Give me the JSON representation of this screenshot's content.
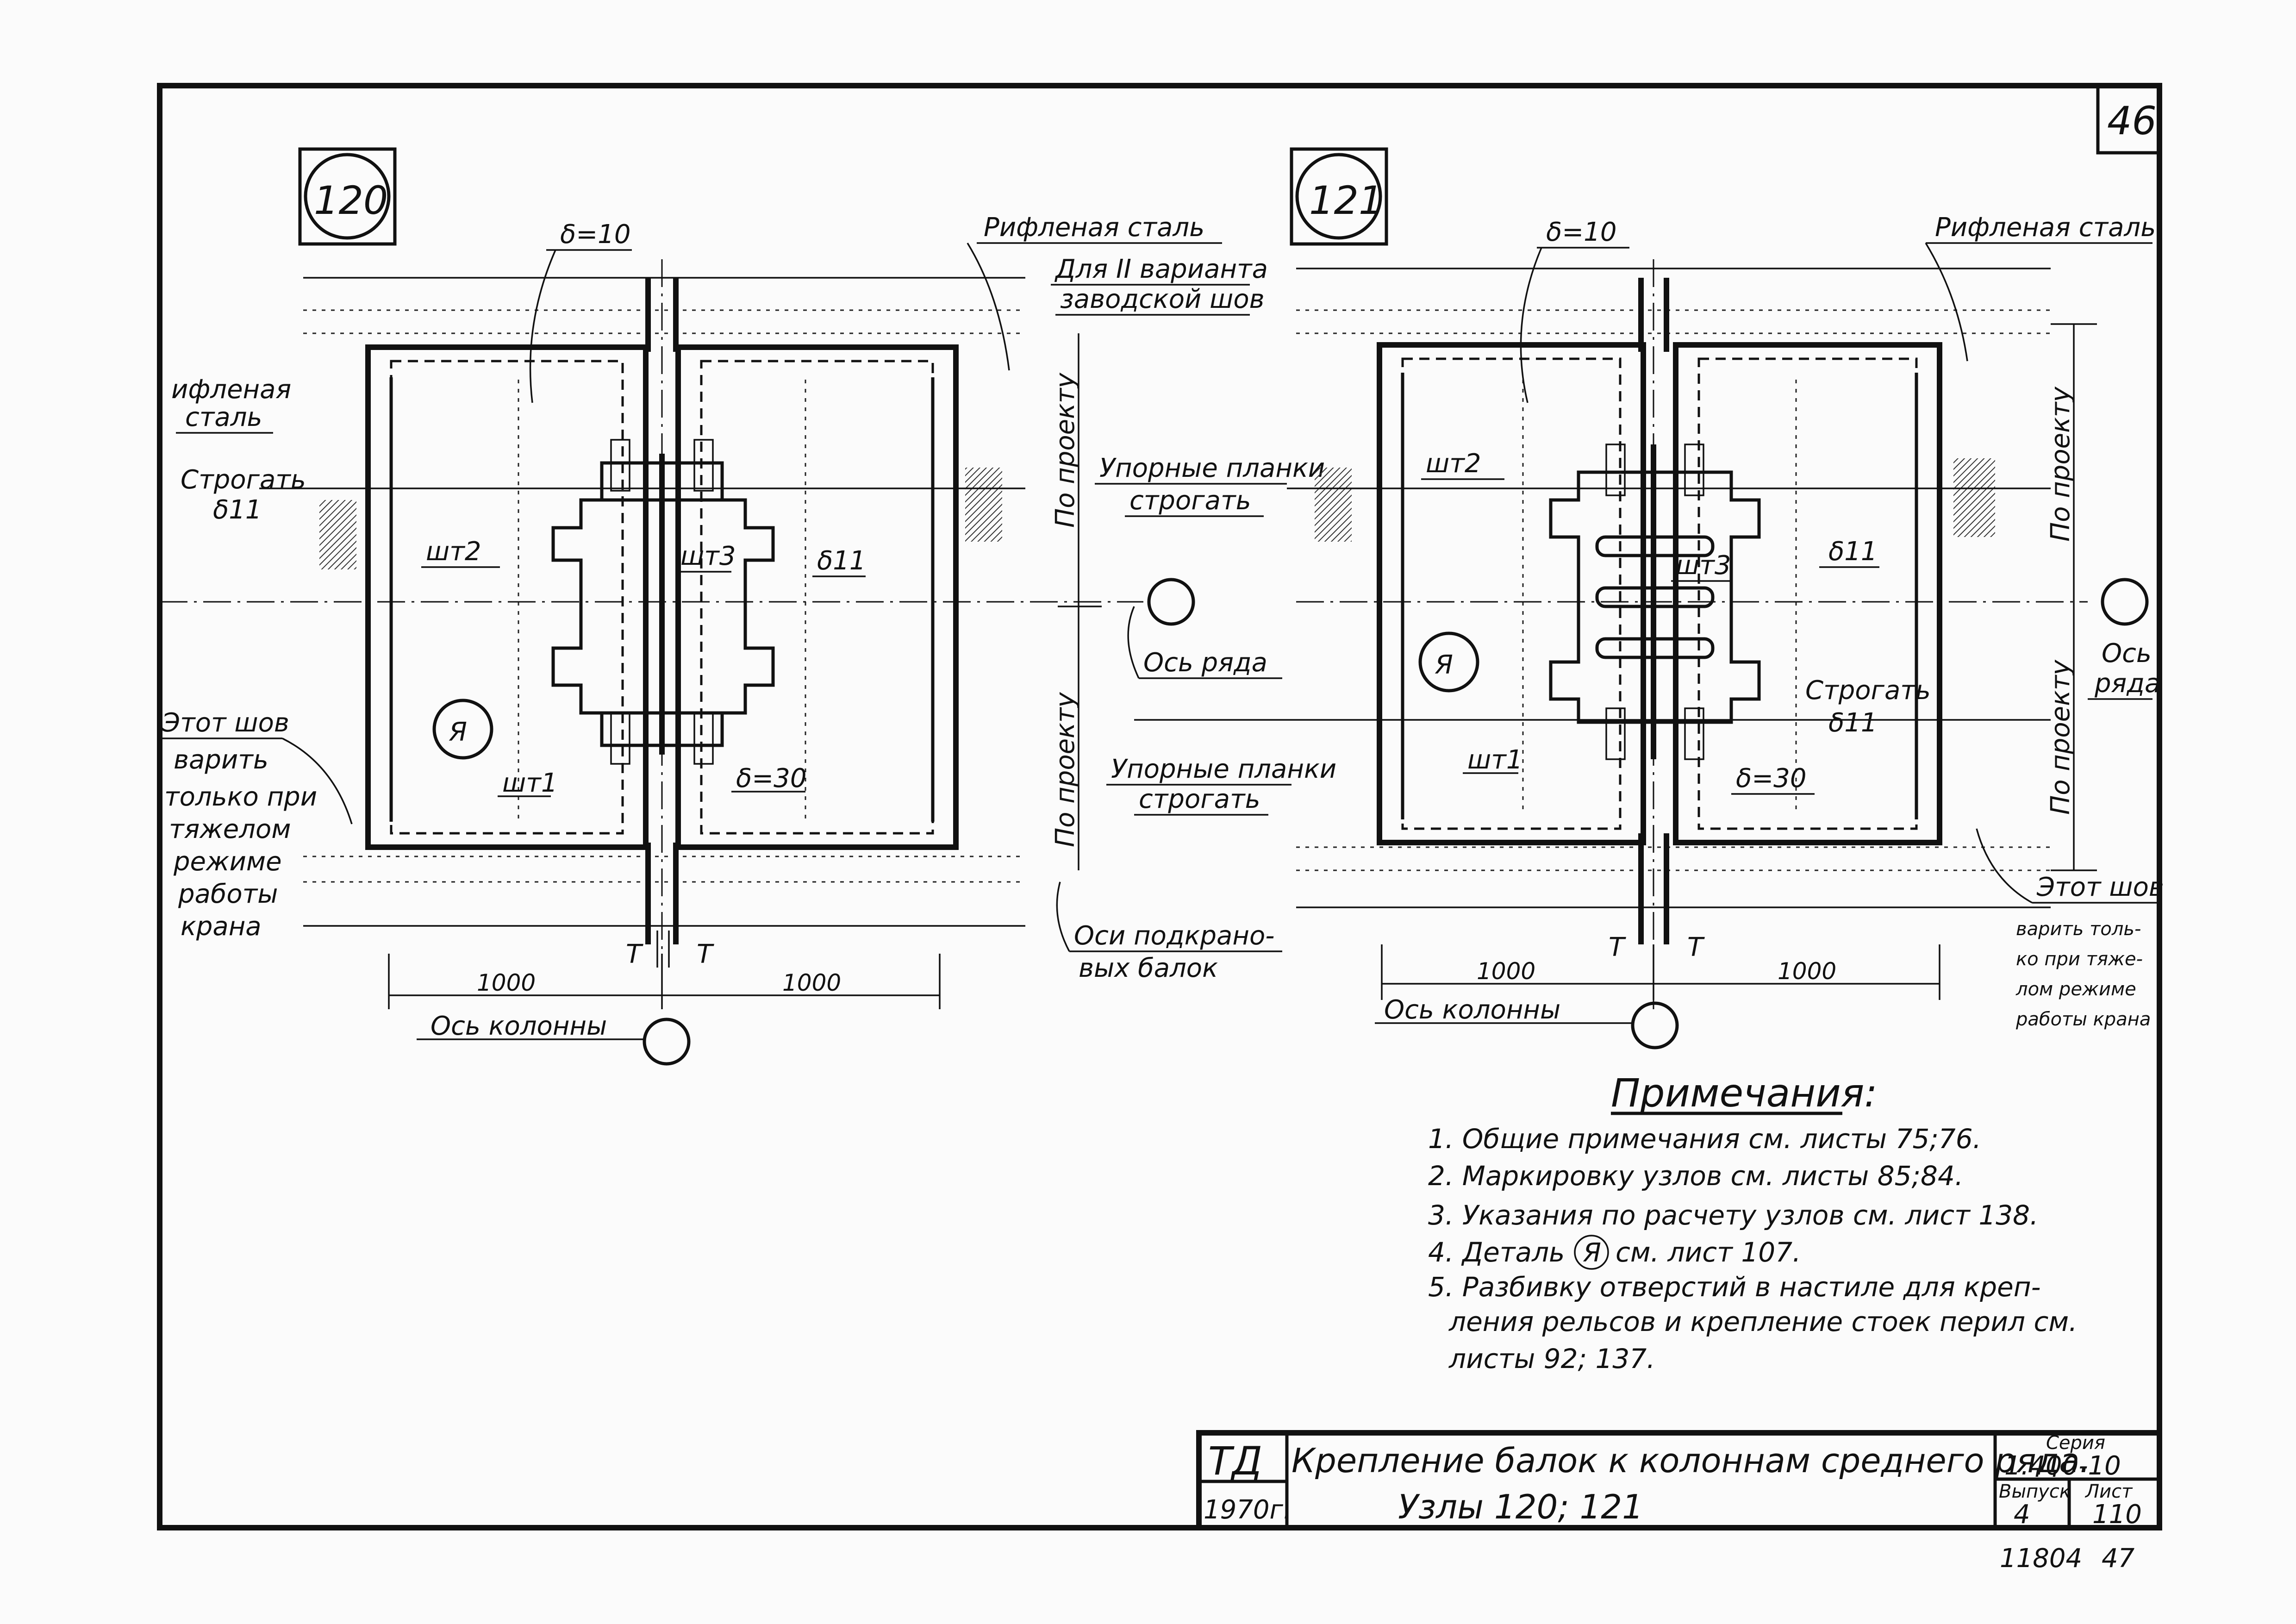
{
  "sheet": {
    "page_number": "46",
    "sheet_number_bottom": "11804",
    "sheet_number_bottom_2": "47"
  },
  "node_120": {
    "number": "120",
    "delta_top": "δ=10",
    "delta_bottom": "δ=30",
    "ribbed_steel_top": "Рифленая сталь",
    "ribbed_steel_left_1": "ифленая",
    "ribbed_steel_left_2": "сталь",
    "plane_label": "Строгать",
    "plane_sub": "δ11",
    "sht2": "шт2",
    "sht3": "шт3",
    "sht1": "шт1",
    "delta11": "δ11",
    "detail_a": "Я",
    "weld_note": [
      "Этот шов",
      "варить",
      "только при",
      "тяжелом",
      "режиме",
      "работы",
      "крана"
    ],
    "dim_left": "1000",
    "dim_right": "1000",
    "force_left": "Т",
    "force_right": "Т",
    "col_axis": "Ось колонны"
  },
  "middle": {
    "variant_1": "Для II варианта",
    "variant_2": "заводской шов",
    "per_project_top": "По проекту",
    "per_project_bottom": "По проекту",
    "stop_plates_1": "Упорные планки",
    "stop_plates_2": "строгать",
    "row_axis": "Ось ряда",
    "stop_plates_b1": "Упорные планки",
    "stop_plates_b2": "строгать",
    "crane_axis_1": "Оси подкрано-",
    "crane_axis_2": "вых балок"
  },
  "node_121": {
    "number": "121",
    "delta_top": "δ=10",
    "delta_bottom": "δ=30",
    "ribbed_steel_top": "Рифленая сталь",
    "sht2": "шт2",
    "sht3": "шт3",
    "sht1": "шт1",
    "delta11": "δ11",
    "plane_label": "Строгать",
    "plane_sub": "δ11",
    "detail_a": "Я",
    "per_project_top": "По проекту",
    "per_project_bottom": "По проекту",
    "row_axis_1": "Ось",
    "row_axis_2": "ряда",
    "weld_note": [
      "Этот шов",
      "варить толь-",
      "ко при тяже-",
      "лом режиме",
      "работы крана"
    ],
    "dim_left": "1000",
    "dim_right": "1000",
    "force_left": "Т",
    "force_right": "Т",
    "col_axis": "Ось колонны"
  },
  "notes": {
    "heading": "Примечания:",
    "items": [
      "1. Общие примечания см. листы 75;76.",
      "2. Маркировку узлов см. листы 85;84.",
      "3. Указания по расчету узлов см. лист 138.",
      "4. Деталь",
      "см. лист 107.",
      "5. Разбивку отверстий в настиле для креп-",
      "ления рельсов и крепление стоек перил см.",
      "листы 92; 137."
    ],
    "detail_ref": "Я"
  },
  "title_block": {
    "org": "ТД",
    "year": "1970г.",
    "title_line1": "Крепление балок к колоннам среднего ряда.",
    "title_line2": "Узлы 120; 121",
    "series_label": "Серия",
    "series": "1.400-10",
    "issue_label": "Выпуск",
    "issue": "4",
    "sheet_label": "Лист",
    "sheet": "110"
  }
}
